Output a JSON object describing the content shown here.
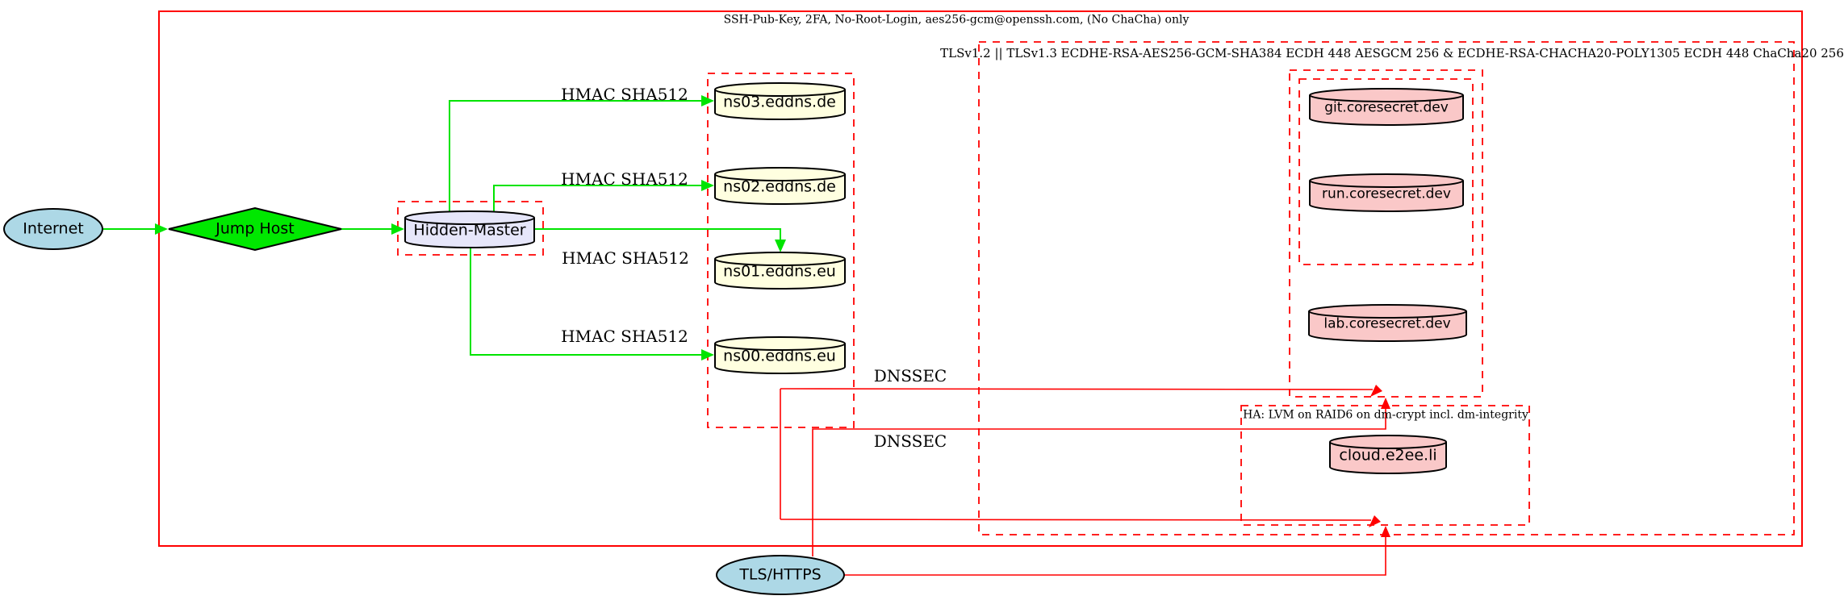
{
  "clusters": {
    "ssh": {
      "label": "SSH-Pub-Key, 2FA, No-Root-Login, aes256-gcm@openssh.com, (No ChaCha) only",
      "border_color": "#ff0000",
      "style": "solid"
    },
    "tls": {
      "label": "TLSv1.2 || TLSv1.3 ECDHE-RSA-AES256-GCM-SHA384 ECDH 448 AESGCM 256 & ECDHE-RSA-CHACHA20-POLY1305 ECDH 448 ChaCha20 256",
      "border_color": "#ff0000",
      "style": "dashed"
    },
    "ha": {
      "label": "HA: LVM on RAID6 on dm-crypt incl. dm-integrity",
      "border_color": "#ff0000",
      "style": "dashed"
    }
  },
  "nodes": {
    "internet": {
      "label": "Internet",
      "shape": "ellipse",
      "fill": "#add8e6"
    },
    "jump_host": {
      "label": "Jump Host",
      "shape": "diamond",
      "fill": "#00e800"
    },
    "hidden_master": {
      "label": "Hidden-Master",
      "shape": "cylinder",
      "fill": "#e6e6fa"
    },
    "ns03": {
      "label": "ns03.eddns.de",
      "shape": "cylinder",
      "fill": "#ffffe0"
    },
    "ns02": {
      "label": "ns02.eddns.de",
      "shape": "cylinder",
      "fill": "#ffffe0"
    },
    "ns01": {
      "label": "ns01.eddns.eu",
      "shape": "cylinder",
      "fill": "#ffffe0"
    },
    "ns00": {
      "label": "ns00.eddns.eu",
      "shape": "cylinder",
      "fill": "#ffffe0"
    },
    "git": {
      "label": "git.coresecret.dev",
      "shape": "cylinder",
      "fill": "#fac8c8"
    },
    "run": {
      "label": "run.coresecret.dev",
      "shape": "cylinder",
      "fill": "#fac8c8"
    },
    "lab": {
      "label": "lab.coresecret.dev",
      "shape": "cylinder",
      "fill": "#fac8c8"
    },
    "cloud": {
      "label": "cloud.e2ee.li",
      "shape": "cylinder",
      "fill": "#fac8c8"
    },
    "tls_https": {
      "label": "TLS/HTTPS",
      "shape": "ellipse",
      "fill": "#add8e6"
    }
  },
  "edge_labels": {
    "hmac_ns03": "HMAC SHA512",
    "hmac_ns02": "HMAC SHA512",
    "hmac_ns01": "HMAC SHA512",
    "hmac_ns00": "HMAC SHA512",
    "dnssec_core": "DNSSEC",
    "dnssec_ha": "DNSSEC"
  },
  "colors": {
    "edge_green": "#00e400",
    "edge_red": "#ff0000",
    "outline_black": "#000000"
  }
}
